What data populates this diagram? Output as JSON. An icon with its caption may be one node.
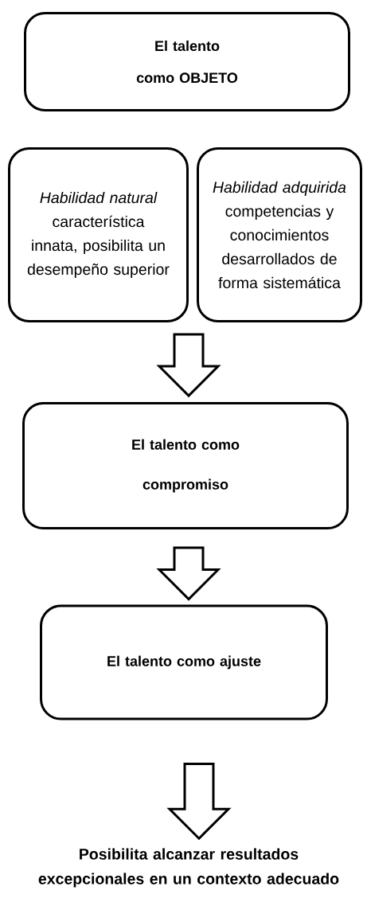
{
  "diagram": {
    "nodes": [
      {
        "text": [
          "El talento como OBJETO"
        ]
      },
      {
        "text": [
          "*Habilidad natural* característica innata, posibilita un desempeño superior"
        ]
      },
      {
        "text": [
          "*Habilidad adquirida* competencias y conocimientos desarrollados de forma sistemática"
        ]
      },
      {
        "text": [
          "El talento como compromiso"
        ]
      },
      {
        "text": [
          "El talento como ajuste"
        ]
      },
      {
        "text": [
          "Posibilita alcanzar resultados excepcionales en un contexto adecuado"
        ]
      }
    ],
    "edges": [
      {
        "from": 1,
        "to": 3,
        "arrow": "to"
      },
      {
        "from": 2,
        "to": 3,
        "arrow": "to"
      },
      {
        "from": 3,
        "to": 4,
        "arrow": "to"
      },
      {
        "from": 4,
        "to": 5,
        "arrow": "to"
      }
    ]
  }
}
